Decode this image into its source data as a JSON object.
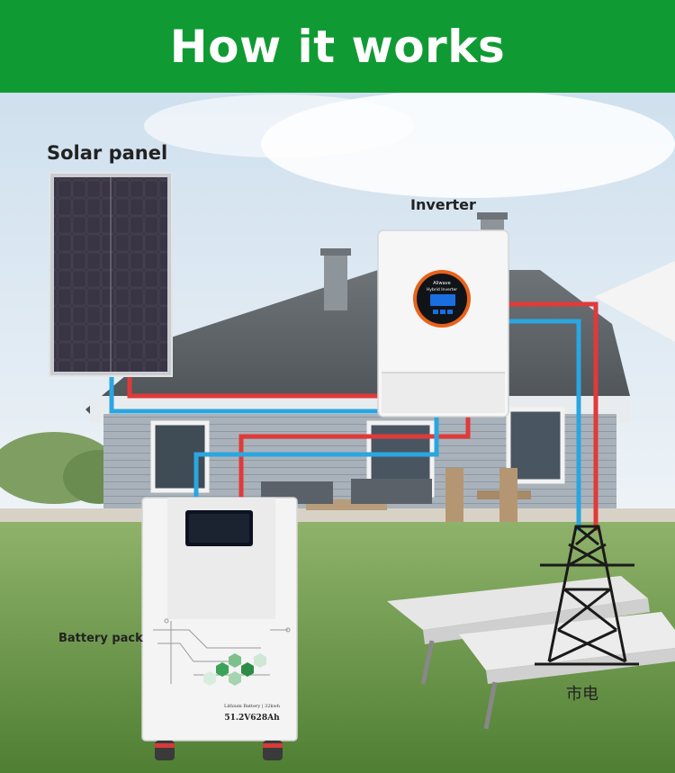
{
  "header": {
    "title": "How it works"
  },
  "labels": {
    "solar_panel": "Solar panel",
    "inverter": "Inverter",
    "battery_pack": "Battery pack",
    "grid": "市电"
  },
  "inverter_screen": {
    "line1": "Allwave",
    "line2": "Hybrid Inverter"
  },
  "battery_panel": {
    "line1": "Lithium Battery | 32kwh",
    "model": "51.2V628Ah"
  },
  "colors": {
    "header_green": "#109a33",
    "positive_wire": "#e03a3a",
    "negative_wire": "#2aa6e0",
    "inverter_accent": "#e8621c"
  }
}
